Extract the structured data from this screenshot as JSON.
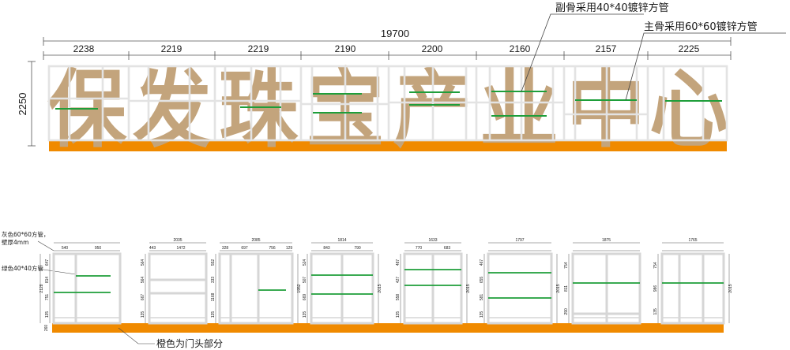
{
  "colors": {
    "letter": "#c3a47c",
    "frame_grey": "#d6d6d6",
    "frame_green": "#1e9e3a",
    "base_orange": "#f08a00",
    "dim_line": "#555555",
    "text": "#1a1a1a"
  },
  "top": {
    "total_width": "19700",
    "height": "2250",
    "segment_widths": [
      "2238",
      "2219",
      "2219",
      "2190",
      "2200",
      "2160",
      "2157",
      "2225"
    ],
    "signage_characters": [
      "保",
      "发",
      "珠",
      "宝",
      "产",
      "业",
      "中",
      "心"
    ],
    "callout_secondary": "副骨采用40*40镀锌方管",
    "callout_main": "主骨采用60*60镀锌方管"
  },
  "bottom": {
    "note_grey": "灰色60*60方管，",
    "note_wall": "壁厚4mm",
    "note_green": "绿色40*40方管",
    "note_orange": "橙色为门头部分",
    "base_dim": "260",
    "frames": [
      {
        "total": "",
        "subs": [
          "540",
          "950"
        ],
        "height": "2128",
        "segs": [
          "647",
          "814",
          "751",
          "135"
        ]
      },
      {
        "total": "2035",
        "subs": [
          "443",
          "1472"
        ],
        "height": "",
        "segs": [
          "564",
          "564",
          "667",
          "135"
        ]
      },
      {
        "total": "2085",
        "subs": [
          "328",
          "697",
          "756",
          "129"
        ],
        "height": "1952",
        "segs": [
          "552",
          "333",
          "1168",
          "135"
        ]
      },
      {
        "total": "1814",
        "subs": [
          "843",
          "790"
        ],
        "height": "2015",
        "segs": [
          "524",
          "507",
          "669",
          "135"
        ]
      },
      {
        "total": "1633",
        "subs": [
          "770",
          "683"
        ],
        "height": "2015",
        "segs": [
          "487",
          "427",
          "558",
          "135"
        ]
      },
      {
        "total": "1797",
        "subs": [],
        "height": "2015",
        "segs": [
          "467",
          "655",
          "581",
          "135"
        ]
      },
      {
        "total": "1875",
        "subs": [],
        "height": "",
        "segs": [
          "754",
          "811",
          "290"
        ]
      },
      {
        "total": "1765",
        "subs": [],
        "height": "2015",
        "segs": [
          "754",
          "986",
          "135"
        ]
      }
    ]
  }
}
